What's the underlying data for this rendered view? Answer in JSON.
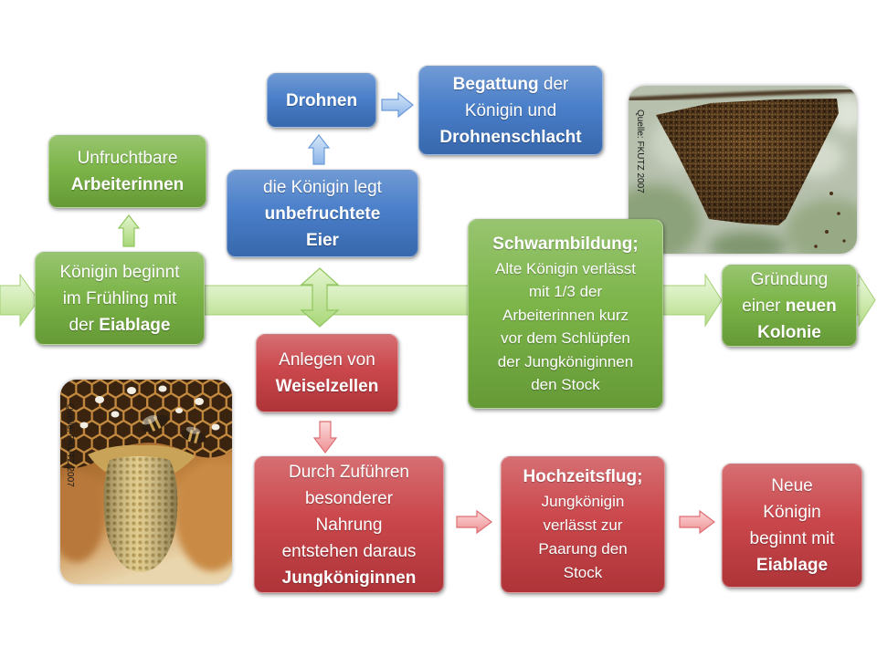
{
  "palette": {
    "green": "#74b03e",
    "blue": "#3f77c6",
    "red": "#c73c41"
  },
  "diagram": {
    "queen_spring": {
      "line1": "Königin beginnt",
      "line2": "im Frühling mit",
      "line3_pre": "der",
      "line3_bold": "Eiablage"
    },
    "sterile_workers": {
      "line1": "Unfruchtbare",
      "line2_bold": "Arbeiterinnen"
    },
    "unfertilized_eggs": {
      "line1": "die Königin legt",
      "line2_bold": "unbefruchtete",
      "line3_bold": "Eier"
    },
    "drones": {
      "line1_bold": "Drohnen"
    },
    "mating": {
      "line1_bold": "Begattung",
      "line1_post": "der",
      "line2": "Königin und",
      "line3_bold": "Drohnenschlacht"
    },
    "swarming": {
      "title": "Schwarmbildung;",
      "lines": [
        "Alte Königin verlässt",
        "mit 1/3 der",
        "Arbeiterinnen kurz",
        "vor dem Schlüpfen",
        "der Jungköniginnen",
        "den Stock"
      ]
    },
    "new_colony": {
      "line1": "Gründung",
      "line2_pre": "einer",
      "line2_bold": "neuen",
      "line3_bold": "Kolonie"
    },
    "queen_cells": {
      "line1": "Anlegen von",
      "line2_bold": "Weiselzellen"
    },
    "special_food": {
      "lines": [
        "Durch Zuführen",
        "besonderer",
        "Nahrung",
        "entstehen daraus"
      ],
      "last_bold": "Jungköniginnen"
    },
    "nuptial_flight": {
      "title": "Hochzeitsflug;",
      "lines": [
        "Jungkönigin",
        "verlässt zur",
        "Paarung den",
        "Stock"
      ]
    },
    "new_queen": {
      "lines": [
        "Neue",
        "Königin",
        "beginnt mit"
      ],
      "last_bold": "Eiablage"
    }
  },
  "photos": {
    "swarm_credit": "Quelle: FKUTZ 2007",
    "queen_cell_credit": "Quelle: FKUTZ 2007"
  }
}
